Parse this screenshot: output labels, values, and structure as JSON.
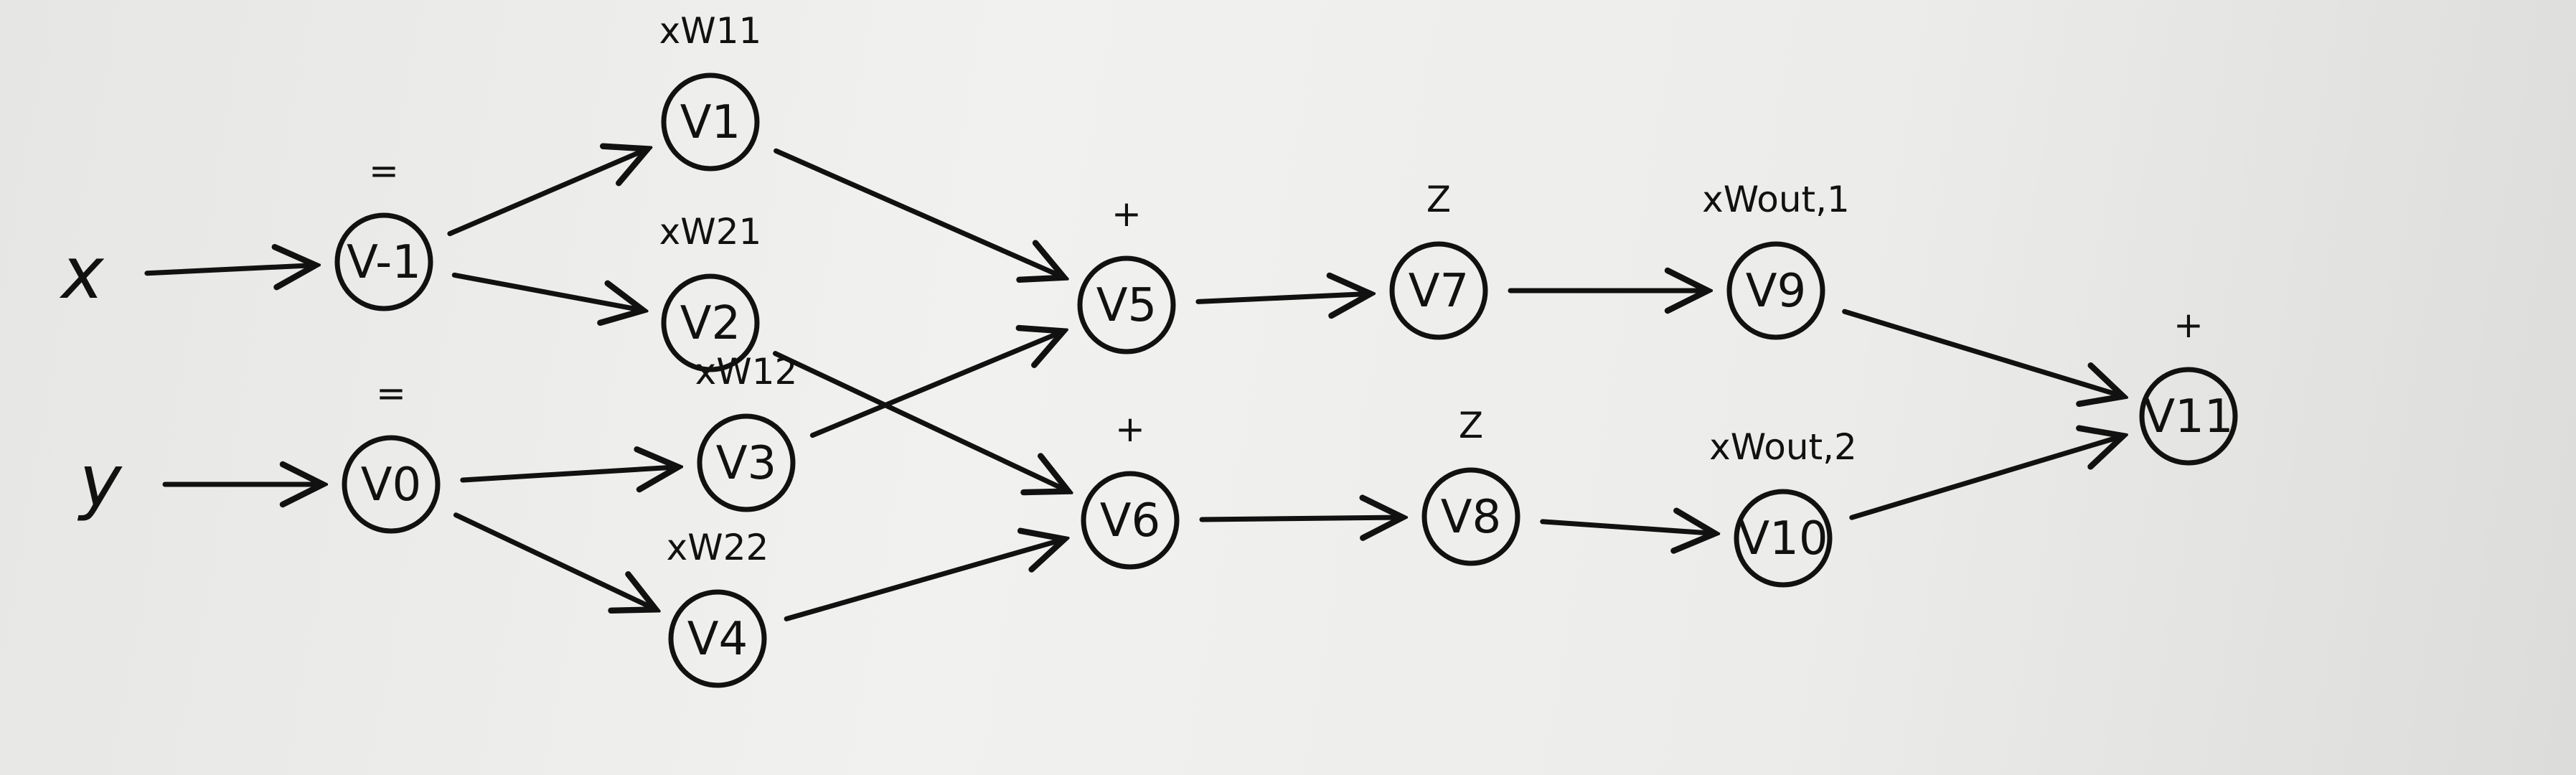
{
  "inputs": [
    {
      "id": "x",
      "label": "x"
    },
    {
      "id": "y",
      "label": "y"
    }
  ],
  "nodes": [
    {
      "id": "vm1",
      "label": "V-1",
      "op": "="
    },
    {
      "id": "v0",
      "label": "V0",
      "op": "="
    },
    {
      "id": "v1",
      "label": "V1",
      "op": "xW11"
    },
    {
      "id": "v2",
      "label": "V2",
      "op": "xW21"
    },
    {
      "id": "v3",
      "label": "V3",
      "op": "xW12"
    },
    {
      "id": "v4",
      "label": "V4",
      "op": "xW22"
    },
    {
      "id": "v5",
      "label": "V5",
      "op": "+"
    },
    {
      "id": "v6",
      "label": "V6",
      "op": "+"
    },
    {
      "id": "v7",
      "label": "V7",
      "op": "Z"
    },
    {
      "id": "v8",
      "label": "V8",
      "op": "Z"
    },
    {
      "id": "v9",
      "label": "V9",
      "op": "xWout,1"
    },
    {
      "id": "v10",
      "label": "V10",
      "op": "xWout,2"
    },
    {
      "id": "v11",
      "label": "V11",
      "op": "+"
    }
  ],
  "edges": [
    [
      "x",
      "vm1"
    ],
    [
      "y",
      "v0"
    ],
    [
      "vm1",
      "v1"
    ],
    [
      "vm1",
      "v2"
    ],
    [
      "v0",
      "v3"
    ],
    [
      "v0",
      "v4"
    ],
    [
      "v1",
      "v5"
    ],
    [
      "v3",
      "v5"
    ],
    [
      "v2",
      "v6"
    ],
    [
      "v4",
      "v6"
    ],
    [
      "v5",
      "v7"
    ],
    [
      "v6",
      "v8"
    ],
    [
      "v7",
      "v9"
    ],
    [
      "v8",
      "v10"
    ],
    [
      "v9",
      "v11"
    ],
    [
      "v10",
      "v11"
    ]
  ]
}
